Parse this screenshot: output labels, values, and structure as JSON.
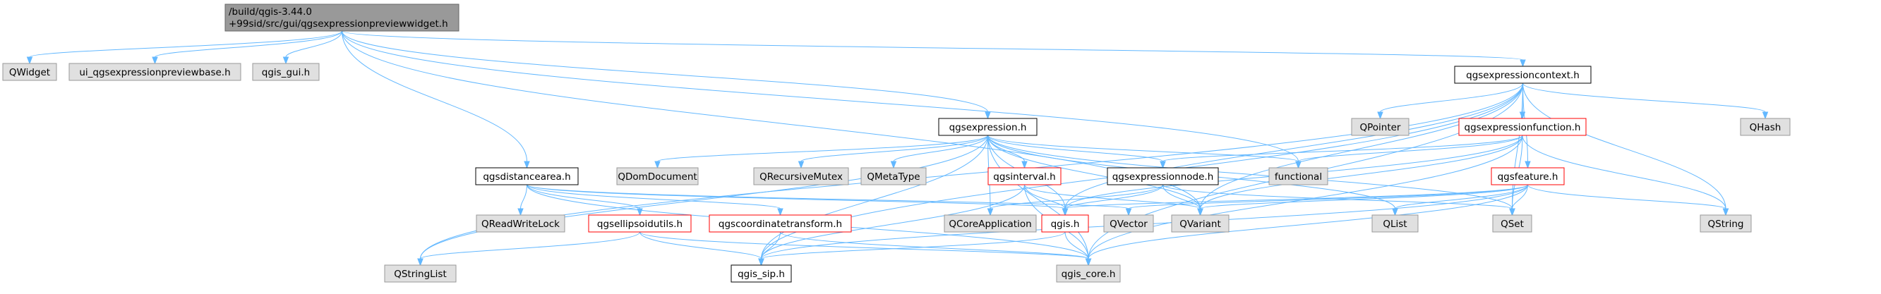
{
  "nodes": {
    "root": {
      "line1": "/build/qgis-3.44.0",
      "line2": "+99sid/src/gui/qgsexpressionpreviewwidget.h"
    },
    "qwidget": {
      "label": "QWidget"
    },
    "ui_preview": {
      "label": "ui_qgsexpressionpreviewbase.h"
    },
    "qgis_gui": {
      "label": "qgis_gui.h"
    },
    "exprcontext": {
      "label": "qgsexpressioncontext.h"
    },
    "expression": {
      "label": "qgsexpression.h"
    },
    "distancearea": {
      "label": "qgsdistancearea.h"
    },
    "qpointer": {
      "label": "QPointer"
    },
    "exprfunction": {
      "label": "qgsexpressionfunction.h"
    },
    "qhash": {
      "label": "QHash"
    },
    "qdomdocument": {
      "label": "QDomDocument"
    },
    "qrecursivemutex": {
      "label": "QRecursiveMutex"
    },
    "qmetatype": {
      "label": "QMetaType"
    },
    "interval": {
      "label": "qgsinterval.h"
    },
    "exprnode": {
      "label": "qgsexpressionnode.h"
    },
    "functional": {
      "label": "functional"
    },
    "feature": {
      "label": "qgsfeature.h"
    },
    "qreadwritelock": {
      "label": "QReadWriteLock"
    },
    "ellipsoidutils": {
      "label": "qgsellipsoidutils.h"
    },
    "coordtransform": {
      "label": "qgscoordinatetransform.h"
    },
    "qcoreapplication": {
      "label": "QCoreApplication"
    },
    "qgis_h": {
      "label": "qgis.h"
    },
    "qvector": {
      "label": "QVector"
    },
    "qvariant": {
      "label": "QVariant"
    },
    "qlist": {
      "label": "QList"
    },
    "qset": {
      "label": "QSet"
    },
    "qstring": {
      "label": "QString"
    },
    "qstringlist": {
      "label": "QStringList"
    },
    "qgis_sip": {
      "label": "qgis_sip.h"
    },
    "qgis_core": {
      "label": "qgis_core.h"
    }
  },
  "colors": {
    "edge": "#63b8ff",
    "root_fill": "#999999",
    "root_border": "#666666",
    "external_fill": "#e0e0e0",
    "external_border": "#999999",
    "header_fill": "#ffffff",
    "header_border": "#000000",
    "truncated_border": "#ff0000"
  }
}
